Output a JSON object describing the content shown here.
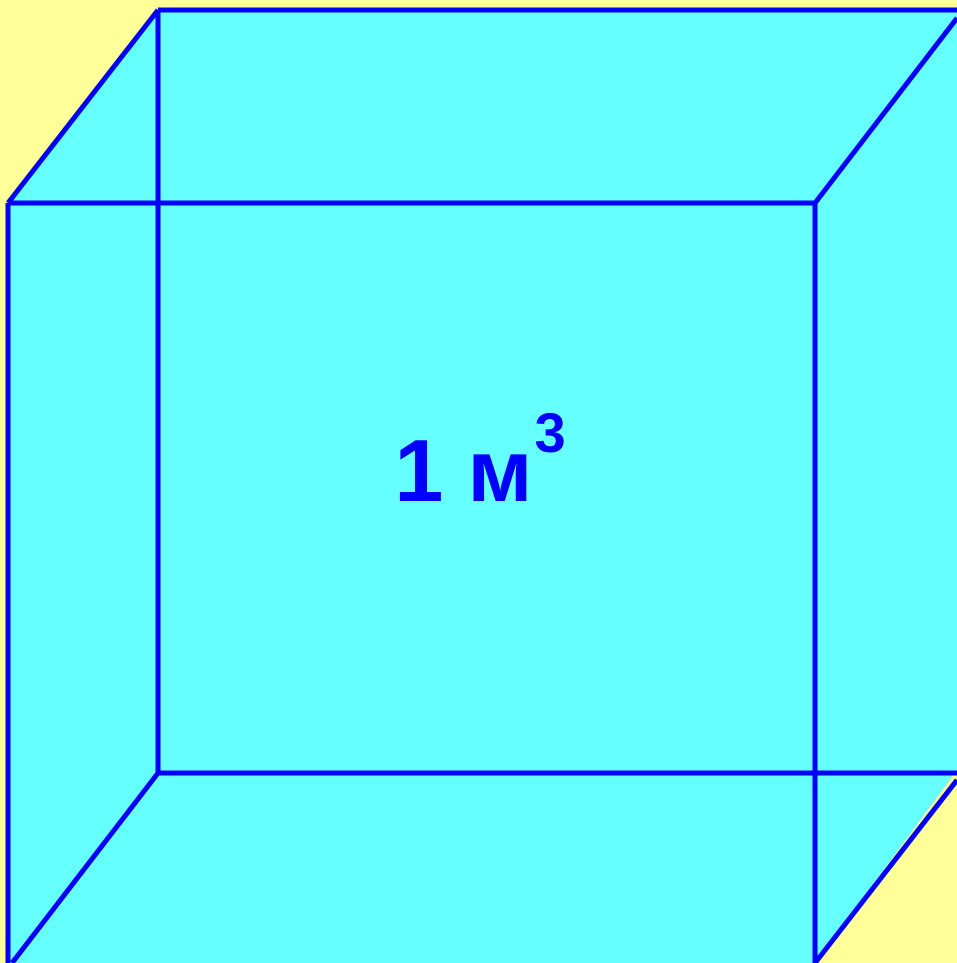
{
  "diagram": {
    "label": {
      "number": "1",
      "unit": "м",
      "exponent": "3"
    },
    "colors": {
      "background": "#ffff99",
      "face_fill": "#66ffff",
      "edge_stroke": "#0000ff",
      "label_text": "#0000ff"
    }
  }
}
